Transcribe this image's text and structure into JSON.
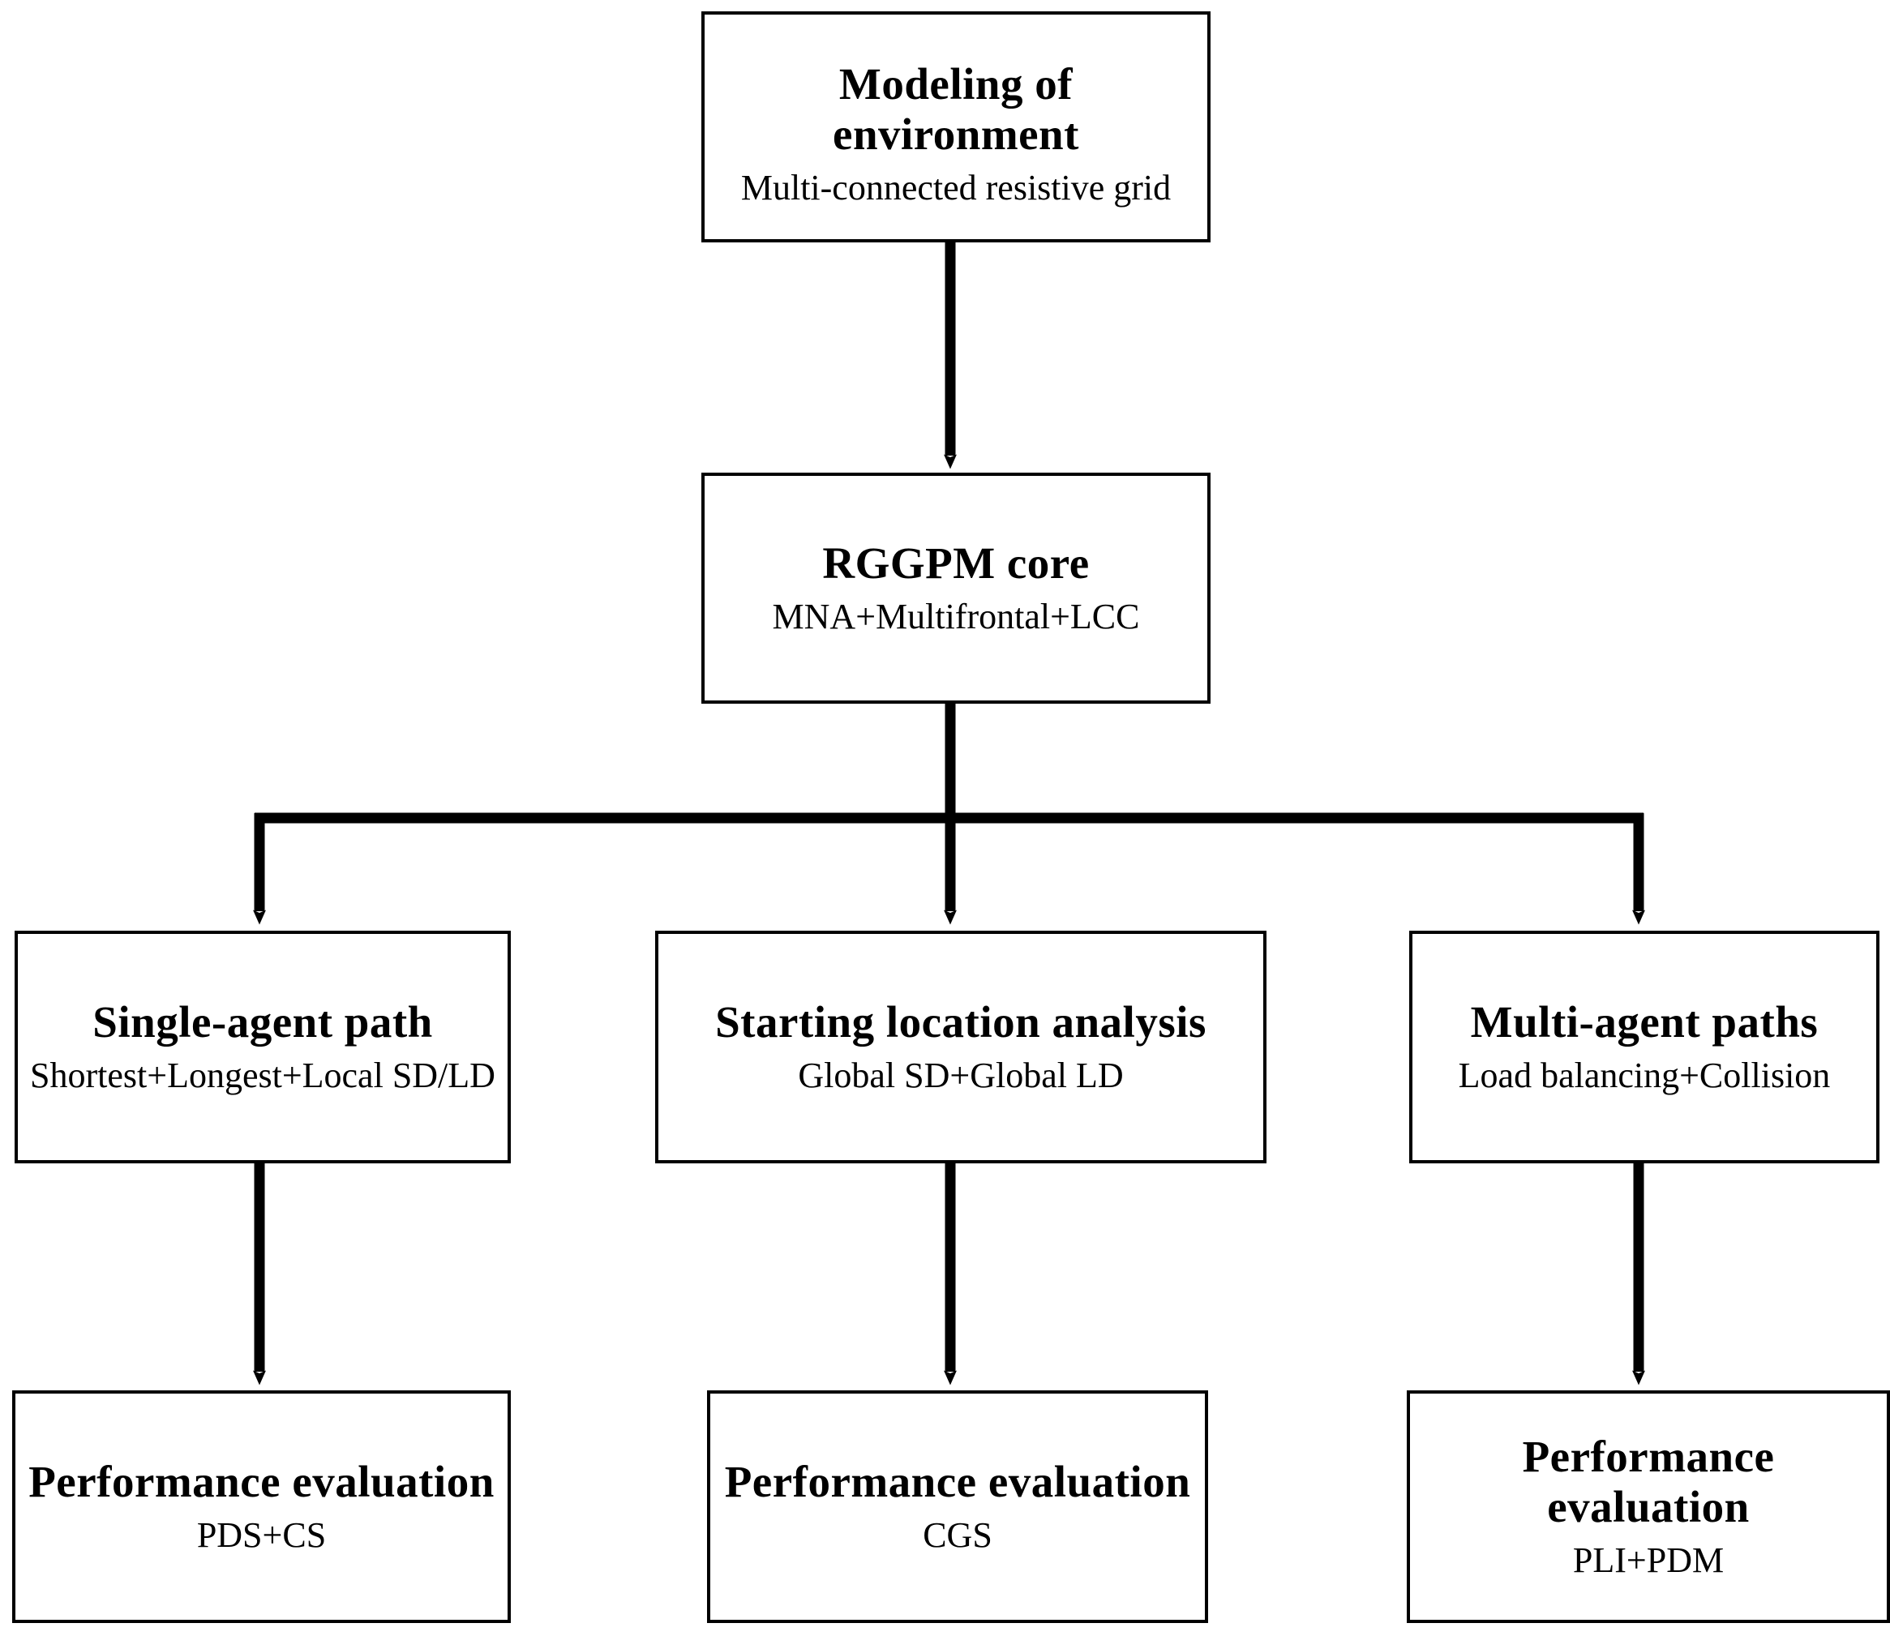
{
  "diagram": {
    "type": "flowchart",
    "orientation": "top-down",
    "stroke_color": "#000000",
    "background_color": "#ffffff",
    "nodes": [
      {
        "id": "modeling",
        "title": "Modeling of\nenvironment",
        "subtitle": "Multi-connected resistive grid",
        "level": 1
      },
      {
        "id": "core",
        "title": "RGGPM  core",
        "subtitle": "MNA+Multifrontal+LCC",
        "level": 2
      },
      {
        "id": "single",
        "title": "Single-agent path",
        "subtitle": "Shortest+Longest+Local SD/LD",
        "level": 3
      },
      {
        "id": "starting",
        "title": "Starting location analysis",
        "subtitle": "Global SD+Global LD",
        "level": 3
      },
      {
        "id": "multi",
        "title": "Multi-agent paths",
        "subtitle": "Load balancing+Collision",
        "level": 3
      },
      {
        "id": "perf-left",
        "title": "Performance evaluation",
        "subtitle": "PDS+CS",
        "level": 4
      },
      {
        "id": "perf-center",
        "title": "Performance evaluation",
        "subtitle": "CGS",
        "level": 4
      },
      {
        "id": "perf-right",
        "title": "Performance evaluation",
        "subtitle": "PLI+PDM",
        "level": 4
      }
    ],
    "edges": [
      {
        "from": "modeling",
        "to": "core",
        "style": "straight-arrow"
      },
      {
        "from": "core",
        "to": "single",
        "style": "elbow-arrow"
      },
      {
        "from": "core",
        "to": "starting",
        "style": "straight-arrow"
      },
      {
        "from": "core",
        "to": "multi",
        "style": "elbow-arrow"
      },
      {
        "from": "single",
        "to": "perf-left",
        "style": "straight-arrow"
      },
      {
        "from": "starting",
        "to": "perf-center",
        "style": "straight-arrow"
      },
      {
        "from": "multi",
        "to": "perf-right",
        "style": "straight-arrow"
      }
    ]
  }
}
